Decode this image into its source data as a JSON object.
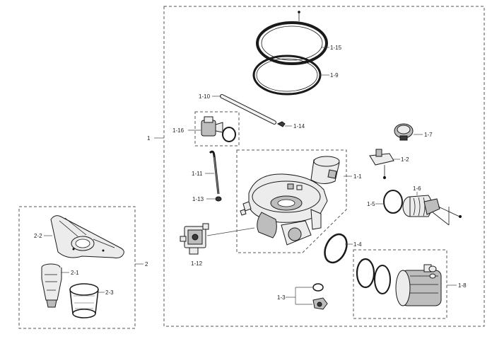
{
  "group_labels": {
    "assembly_1": "1",
    "assembly_2": "2"
  },
  "part_labels": {
    "p1_1": "1-1",
    "p1_2": "1-2",
    "p1_3": "1-3",
    "p1_4": "1-4",
    "p1_5": "1-5",
    "p1_6": "1-6",
    "p1_7": "1-7",
    "p1_8": "1-8",
    "p1_9": "1-9",
    "p1_10": "1-10",
    "p1_11": "1-11",
    "p1_12": "1-12",
    "p1_13": "1-13",
    "p1_14": "1-14",
    "p1_15": "1-15",
    "p1_16": "1-16",
    "p2_1": "2-1",
    "p2_2": "2-2",
    "p2_3": "2-3"
  }
}
